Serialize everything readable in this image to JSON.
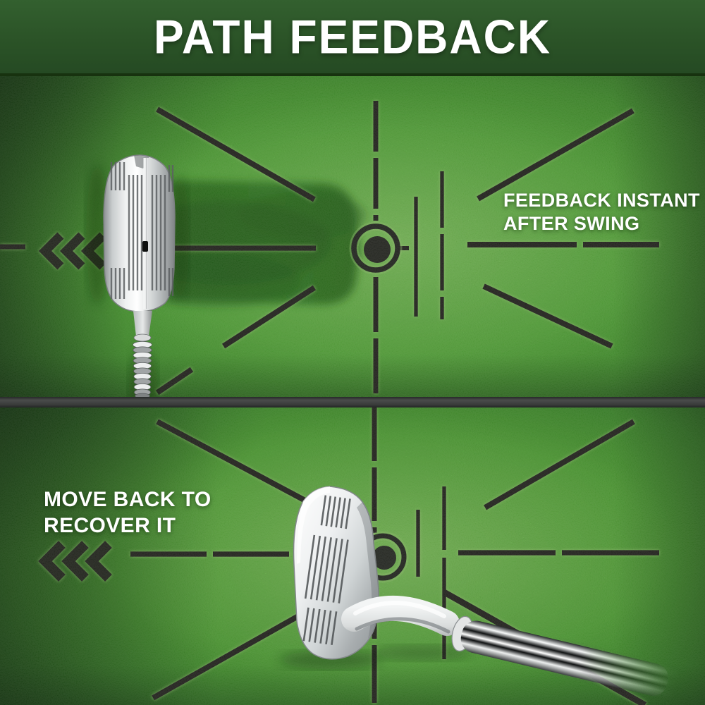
{
  "header": {
    "title": "PATH FEEDBACK"
  },
  "top_panel": {
    "caption": {
      "line1": "FEEDBACK INSTANT",
      "line2": "AFTER SWING"
    },
    "icons": {
      "chevrons": "chevrons-left-icon",
      "target": "target-ring-icon",
      "club": "putter-club-icon",
      "trail": "swing-trail-mark"
    }
  },
  "bottom_panel": {
    "caption": {
      "line1": "MOVE BACK TO",
      "line2": "RECOVER IT"
    },
    "icons": {
      "chevrons": "chevrons-left-icon",
      "target": "target-ring-icon",
      "club": "iron-club-icon"
    }
  },
  "colors": {
    "header_bg": "#2b5327",
    "mat_bright": "#6bd243",
    "mat_mid": "#4cb12c",
    "mat_shadow": "#1d5a13",
    "trail_green": "#2b7d18",
    "cut_line": "#20241f",
    "line_glow": "#b9f08a",
    "divider": "#3a3c3b",
    "text": "#ffffff"
  }
}
